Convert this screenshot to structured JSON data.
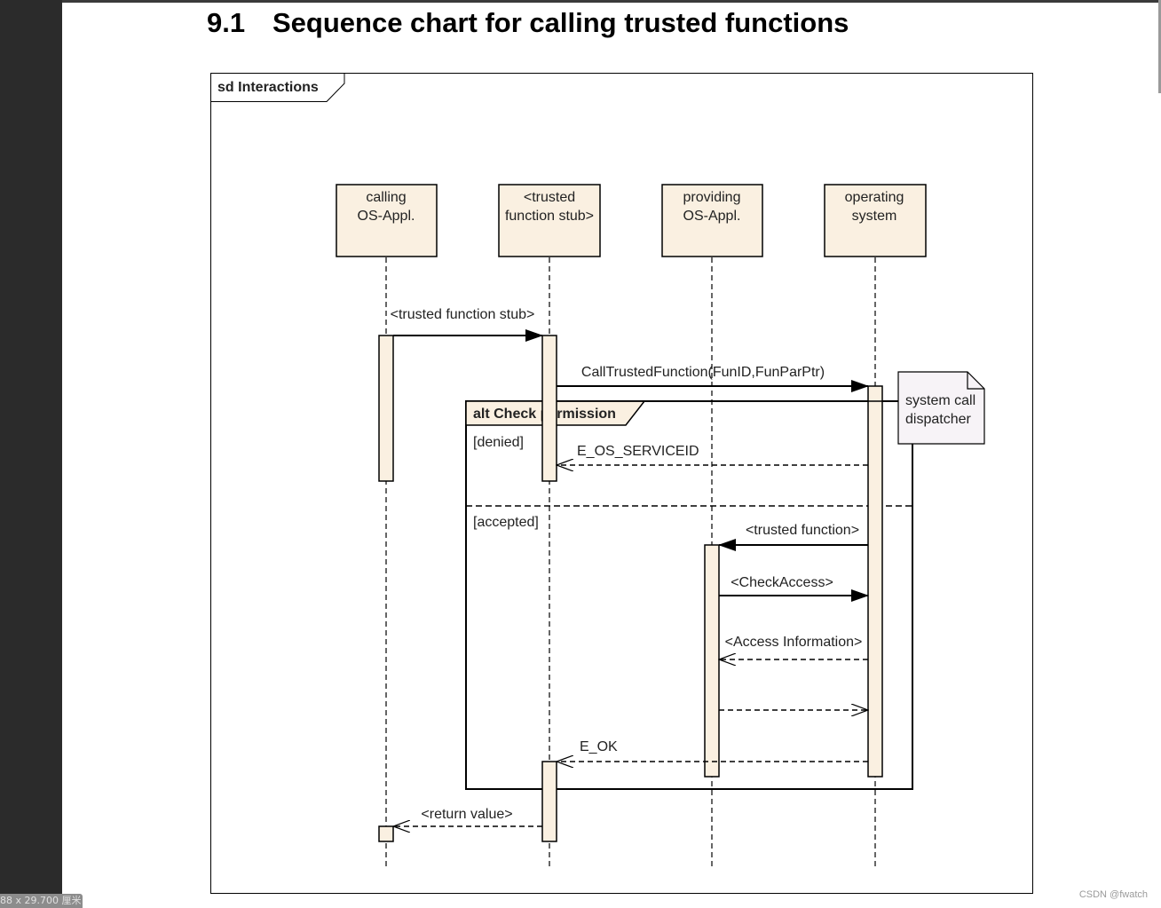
{
  "viewer": {
    "page_size": "88 x 29.700 厘米"
  },
  "section": {
    "number": "9.1",
    "title": "Sequence chart for calling trusted functions"
  },
  "diagram": {
    "frame_label": "sd Interactions",
    "lifelines": [
      {
        "line1": "calling",
        "line2": "OS-Appl."
      },
      {
        "line1": "<trusted",
        "line2": "function stub>"
      },
      {
        "line1": "providing",
        "line2": "OS-Appl."
      },
      {
        "line1": "operating",
        "line2": "system"
      }
    ],
    "messages": {
      "call_stub": "<trusted function stub>",
      "call_trusted": "CallTrustedFunction(FunID,FunParPtr)",
      "service_id": "E_OS_SERVICEID",
      "trusted_function": "<trusted function>",
      "check_access": "<CheckAccess>",
      "access_info": "<Access Information>",
      "e_ok": "E_OK",
      "return_value": "<return value>"
    },
    "note": {
      "line1": "system call",
      "line2": "dispatcher"
    },
    "alt": {
      "label": "alt Check permission",
      "guard_denied": "[denied]",
      "guard_accepted": "[accepted]"
    },
    "colors": {
      "box_fill": "#faf0e1",
      "note_fill": "#f7f3f7"
    }
  },
  "footer": {
    "watermark": "CSDN @fwatch"
  }
}
